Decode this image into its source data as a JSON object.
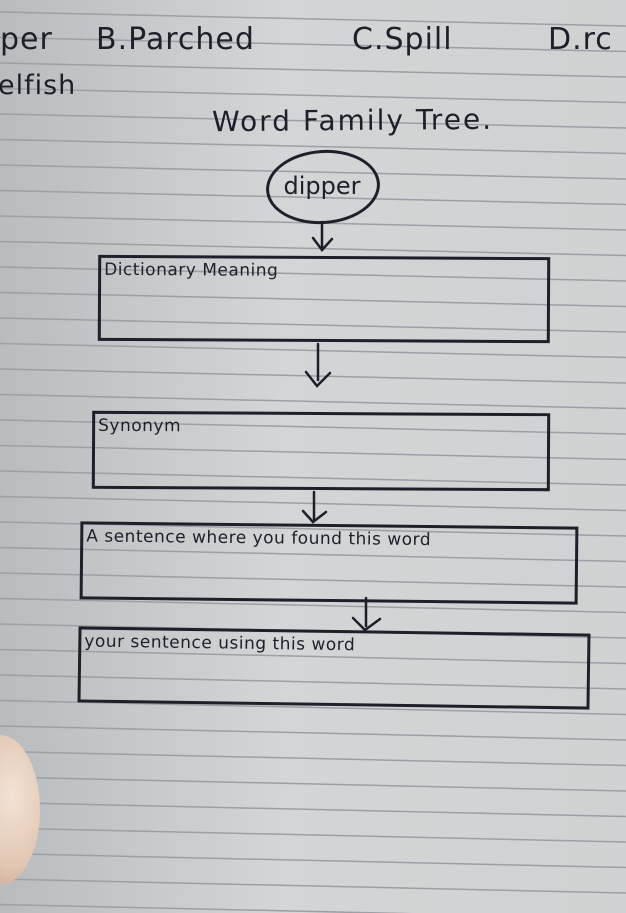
{
  "header": {
    "options": [
      "per",
      "B.Parched",
      "C.Spill",
      "D.rc"
    ],
    "continued": "elfish"
  },
  "diagram": {
    "title": "Word Family Tree.",
    "word": "dipper",
    "boxes": [
      {
        "label": "Dictionary Meaning"
      },
      {
        "label": "Synonym"
      },
      {
        "label": "A sentence where you found this word"
      },
      {
        "label": "your sentence using this word"
      }
    ]
  },
  "colors": {
    "ink": "#1d1f2b",
    "paper": "#cfd1d2",
    "ruled_line": "#9aa0a6"
  }
}
